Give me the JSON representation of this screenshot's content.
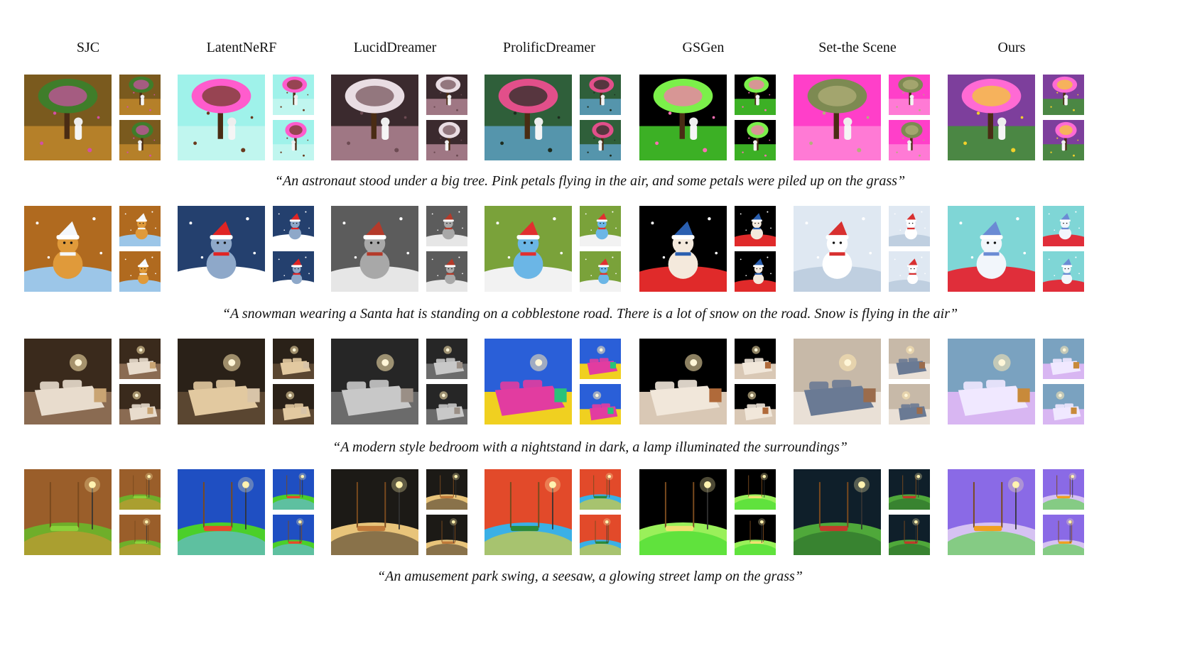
{
  "methods": [
    "SJC",
    "LatentNeRF",
    "LucidDreamer",
    "ProlificDreamer",
    "GSGen",
    "Set-the Scene",
    "Ours"
  ],
  "captions": [
    "“An astronaut stood under a big tree. Pink petals flying in the air, and some petals were piled up on the grass”",
    "“A snowman wearing a Santa hat is standing on a cobblestone road. There is a lot of snow on the road. Snow is flying in the air”",
    "“A modern style bedroom with a nightstand in dark, a lamp illuminated the surroundings”",
    "“An amusement park swing, a seesaw, a glowing street lamp on the grass”"
  ],
  "scenes": [
    "astronaut-tree",
    "snowman",
    "bedroom",
    "park-swing"
  ],
  "palettes": {
    "astronaut-tree": [
      [
        "#7a5a1e",
        "#c48a2c",
        "#3f7d2a",
        "#d24fa6"
      ],
      [
        "#9ff2ea",
        "#c8f6f0",
        "#ff5ccd",
        "#6b3a1e"
      ],
      [
        "#3b2a2e",
        "#b98b9a",
        "#e9dde3",
        "#6d4b53"
      ],
      [
        "#2f5f3a",
        "#5fa3c9",
        "#e24f8a",
        "#1d2c1f"
      ],
      [
        "#000000",
        "#4bdc2e",
        "#7bf04a",
        "#ff6fb5"
      ],
      [
        "#ff3fc9",
        "#ff8ad8",
        "#7d8a52",
        "#b3b07a"
      ],
      [
        "#7d3f9c",
        "#3f9a2e",
        "#ff6ad4",
        "#f2d12a"
      ]
    ],
    "snowman": [
      [
        "#b06a1f",
        "#e09a3a",
        "#9cc6e8",
        "#f4f7fb"
      ],
      [
        "#24406e",
        "#8ea8c9",
        "#ffffff",
        "#e02424"
      ],
      [
        "#5c5c5c",
        "#a8a8a8",
        "#e6e6e6",
        "#b43a2a"
      ],
      [
        "#7aa23a",
        "#6bb6e6",
        "#f2f2f2",
        "#e03030"
      ],
      [
        "#000000",
        "#f4e9dc",
        "#e02a2a",
        "#2a5fb0"
      ],
      [
        "#dfe8f2",
        "#ffffff",
        "#bfcfe0",
        "#d83030"
      ],
      [
        "#7fd6d6",
        "#f2f6fb",
        "#e02e3a",
        "#6b8bd4"
      ]
    ],
    "bedroom": [
      [
        "#3a2a1c",
        "#8a6b52",
        "#e8dccd",
        "#c9a473"
      ],
      [
        "#2a2118",
        "#5a4631",
        "#e2c9a0",
        "#d8c4a8"
      ],
      [
        "#262626",
        "#6b6b6b",
        "#c8c8c8",
        "#9a8f86"
      ],
      [
        "#2a5fd8",
        "#f0d020",
        "#e23ca0",
        "#2ac27a"
      ],
      [
        "#000000",
        "#d9c8b5",
        "#f1e7da",
        "#b06a3a"
      ],
      [
        "#c7b9a8",
        "#e9e0d6",
        "#6a7a94",
        "#9b6c4c"
      ],
      [
        "#7aa2c0",
        "#d8b6f2",
        "#f0e8ff",
        "#c88a3a"
      ]
    ],
    "park-swing": [
      [
        "#9a5e2a",
        "#d29436",
        "#6fae2a",
        "#8bd13a"
      ],
      [
        "#1f4fc2",
        "#6bb6f0",
        "#4bcf2a",
        "#e64a2a"
      ],
      [
        "#1c1a16",
        "#4a3c2a",
        "#e8c47a",
        "#c07a3a"
      ],
      [
        "#e24a2a",
        "#f0d020",
        "#3ab0e6",
        "#2a8a3a"
      ],
      [
        "#000000",
        "#3ad82a",
        "#9af05a",
        "#f0e070"
      ],
      [
        "#0f1f2a",
        "#2a6a2a",
        "#4fa83a",
        "#c23a2a"
      ],
      [
        "#8a6ae6",
        "#4fd03a",
        "#d6c2f2",
        "#f0a020"
      ]
    ]
  }
}
